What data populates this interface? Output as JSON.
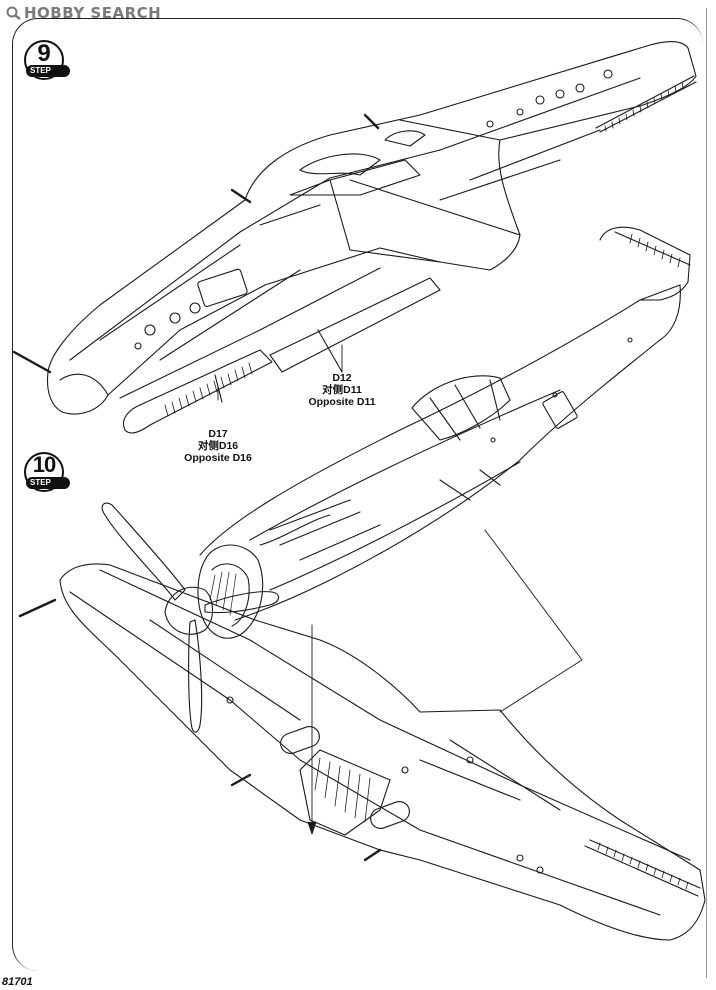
{
  "watermark": {
    "text": "HOBBY SEARCH"
  },
  "steps": [
    {
      "number": "9",
      "word": "STEP"
    },
    {
      "number": "10",
      "word": "STEP"
    }
  ],
  "labels": {
    "d12": {
      "part": "D12",
      "cn": "对侧D11",
      "en": "Opposite D11"
    },
    "d17": {
      "part": "D17",
      "cn": "对侧D16",
      "en": "Opposite D16"
    }
  },
  "page_number": "81701"
}
